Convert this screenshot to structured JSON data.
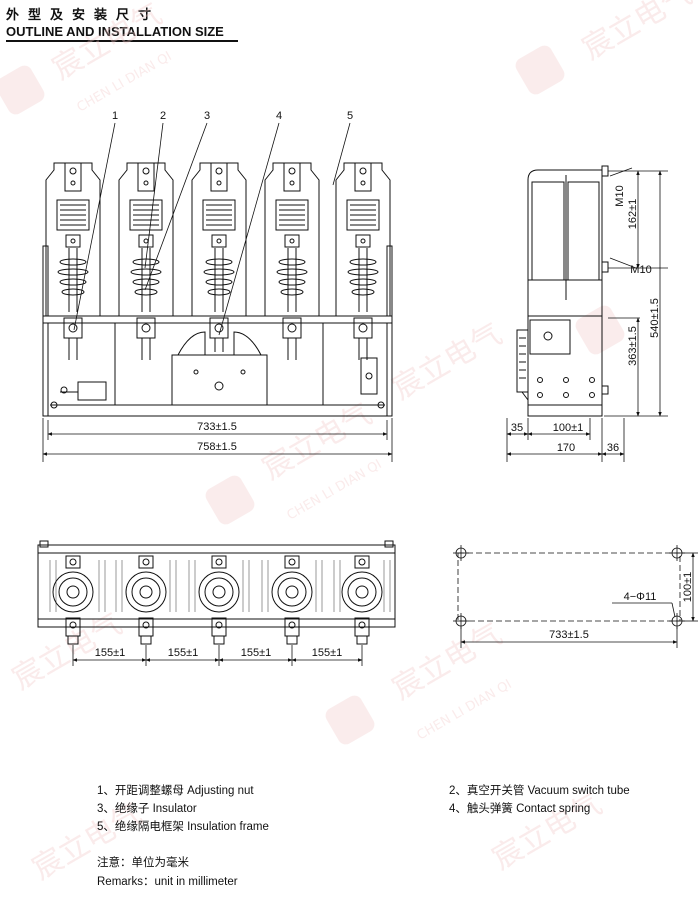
{
  "header": {
    "title_cn": "外型及安装尺寸",
    "title_en": "OUTLINE AND INSTALLATION SIZE"
  },
  "callouts": [
    "1",
    "2",
    "3",
    "4",
    "5"
  ],
  "dimensions": {
    "front_inner_width": "733±1.5",
    "front_total_width": "758±1.5",
    "side_m10_top": "M10",
    "side_162": "162±1",
    "side_m10_bottom": "M10",
    "side_540": "540±1.5",
    "side_363": "363±1.5",
    "side_35": "35",
    "side_100": "100±1",
    "side_170": "170",
    "side_36": "36",
    "pitch_1": "155±1",
    "pitch_2": "155±1",
    "pitch_3": "155±1",
    "pitch_4": "155±1",
    "holes_label": "4−Φ11",
    "mount_height": "100±1",
    "mount_width": "733±1.5"
  },
  "legend": {
    "item1": "1、开距调整螺母 Adjusting nut",
    "item2": "2、真空开关管 Vacuum switch tube",
    "item3": "3、绝缘子 Insulator",
    "item4": "4、触头弹簧 Contact spring",
    "item5": "5、绝缘隔电框架 Insulation frame"
  },
  "remarks": {
    "cn": "注意：单位为毫米",
    "en": "Remarks：unit in millimeter"
  },
  "watermark": {
    "cn": "宸立电气",
    "en": "CHEN LI DIAN QI",
    "color": "#e7a1a1"
  }
}
